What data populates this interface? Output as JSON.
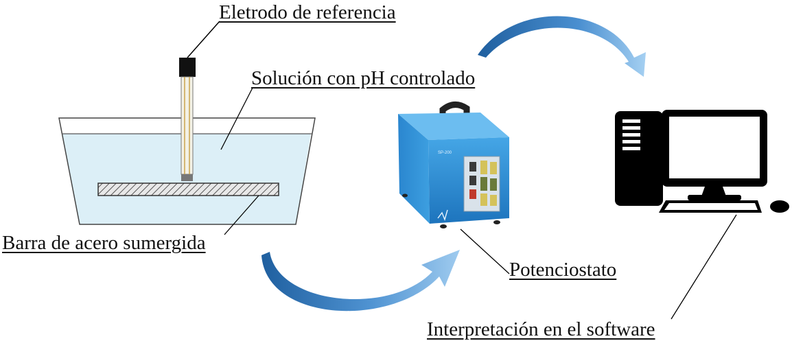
{
  "labels": {
    "reference_electrode": "Eletrodo de referencia",
    "solution": "Solución con pH controlado",
    "steel_bar": "Barra de acero sumergida",
    "potentiostat": "Potenciostato",
    "software": "Interpretación en el software"
  },
  "colors": {
    "arrow_dark": "#1f5f9f",
    "arrow_light": "#8cc0ec",
    "device_blue": "#2a8fd6",
    "solution_fill": "#dceff7",
    "computer": "#000000"
  },
  "icons": {
    "tank": "beaker-tank-icon",
    "electrode": "electrode-icon",
    "potentiostat": "potentiostat-device-icon",
    "computer": "desktop-computer-icon",
    "flow_arrow": "curved-arrow-icon"
  }
}
